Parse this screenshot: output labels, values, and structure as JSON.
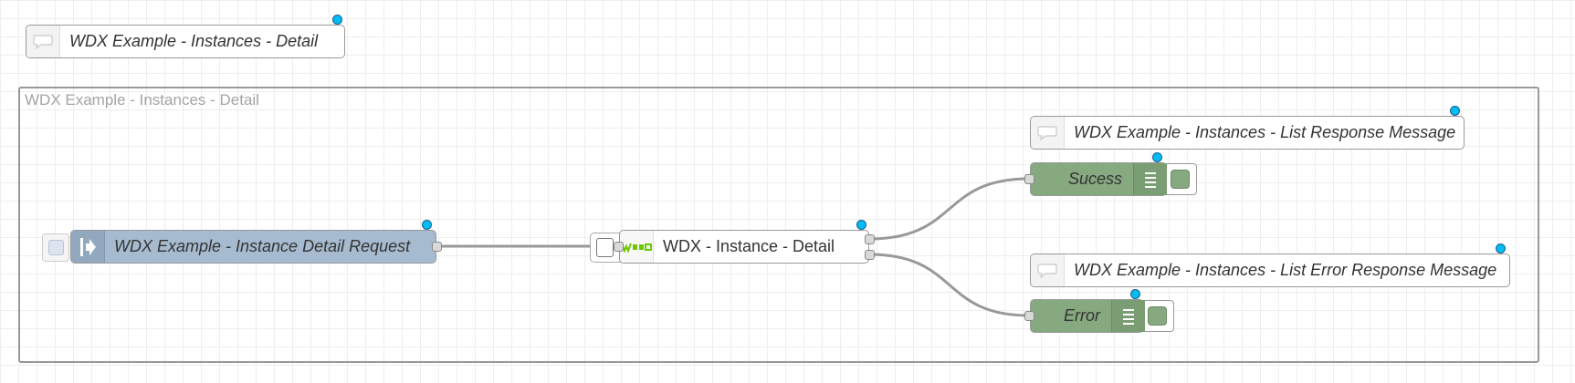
{
  "canvas": {
    "colors": {
      "grid_line": "#eeeeee",
      "group_border": "#999999",
      "comment_fill": "#ffffff",
      "inject_fill": "#a6bbcf",
      "debug_fill": "#87a980",
      "status_dot": "#00bcf2",
      "wire": "#999999",
      "wago_green": "#6ec800"
    }
  },
  "top_comment": {
    "label": "WDX Example - Instances - Detail",
    "icon": "comment-icon"
  },
  "group": {
    "label": "WDX Example - Instances - Detail"
  },
  "flow": {
    "inject_node": {
      "label": "WDX Example - Instance Detail Request",
      "icon": "arrow-in-icon"
    },
    "wdx_node": {
      "label": "WDX - Instance - Detail",
      "icon": "wago-logo-icon"
    },
    "success_comment": {
      "label": "WDX Example - Instances - List Response Message",
      "icon": "comment-icon"
    },
    "success_debug": {
      "label": "Sucess",
      "icon": "list-icon"
    },
    "error_comment": {
      "label": "WDX Example - Instances - List Error Response Message",
      "icon": "comment-icon"
    },
    "error_debug": {
      "label": "Error",
      "icon": "list-icon"
    }
  }
}
